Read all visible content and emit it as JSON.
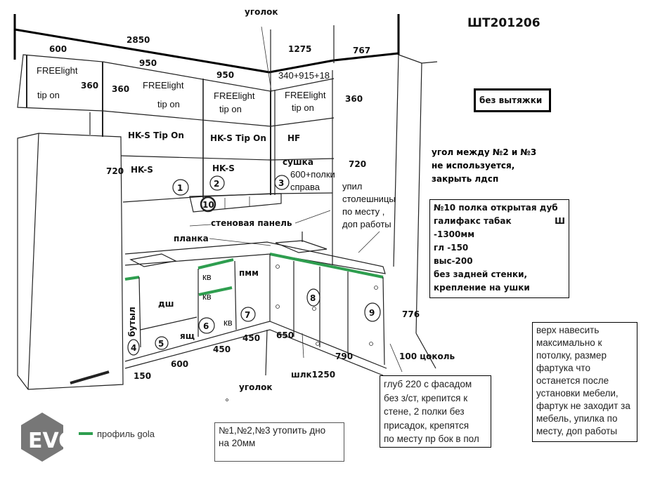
{
  "title": "ШТ201206",
  "dimensions": {
    "total_left": "2850",
    "total_right": "1275",
    "right_end": "767",
    "cab_600": "600",
    "cab_950_a": "950",
    "cab_950_b": "950",
    "corner_calc": "340+915+18",
    "h_360_a": "360",
    "h_360_b": "360",
    "h_360_c": "360",
    "h_720_a": "720",
    "h_720_b": "720",
    "base_776": "776",
    "base_150": "150",
    "base_600": "600",
    "base_450_a": "450",
    "base_450_b": "450",
    "base_650": "650",
    "base_790": "790",
    "plinth": "100 цоколь",
    "shlk": "шлк1250"
  },
  "labels": {
    "ugolok_top": "уголок",
    "ugolok_bottom": "уголок",
    "freelight": "FREElight",
    "tip_on": "tip on",
    "hks_tipon": "HK-S Tip On",
    "hks": "HK-S",
    "hf": "HF",
    "sushka_1": "сушка",
    "sushka_2": "600+полки",
    "sushka_3": "справа",
    "wall_panel": "стеновая панель",
    "planka": "планка",
    "upil_1": "упил",
    "upil_2": "столешницы",
    "upil_3": "по месту ,",
    "upil_4": "доп работы",
    "pmm": "пмм",
    "kv": "кв",
    "dsh": "дш",
    "yasch": "ящ",
    "butyl": "бутыл",
    "gola": "профиль gola",
    "logo": "EVO"
  },
  "markers": [
    "1",
    "2",
    "3",
    "4",
    "5",
    "6",
    "7",
    "8",
    "9",
    "10"
  ],
  "notes": {
    "no_hood": "без вытяжки",
    "corner": [
      "угол между №2 и №3",
      "не используется,",
      "закрыть лдсп"
    ],
    "shelf10": [
      "№10 полка открытая дуб",
      "галифакс табак",
      "Ш",
      "-1300мм",
      "гл -150",
      "выс-200",
      "без задней стенки,",
      "крепление на ушки"
    ],
    "top_hang": [
      "верх навесить",
      "максимально к",
      "потолку, размер",
      "фартука что",
      "останется после",
      "установки мебели,",
      "фартук не заходит за",
      "мебель, упилка по",
      "месту, доп работы"
    ],
    "depth220": [
      "глуб 220 с фасадом",
      "без з/ст, крепится к",
      "стене, 2 полки без",
      "присадок, крепятся",
      "по месту пр бок в пол"
    ],
    "sink_bottom": [
      "№1,№2,№3 утопить дно",
      "на 20мм"
    ]
  },
  "colors": {
    "gola": "#2e9e4f"
  }
}
